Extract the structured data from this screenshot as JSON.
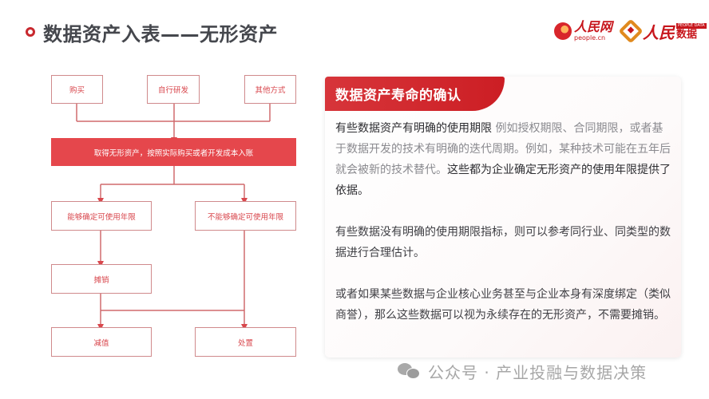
{
  "header": {
    "title": "数据资产入表——无形资产",
    "bullet_color": "#c8282e"
  },
  "logos": {
    "people_cn": {
      "name": "人民网",
      "domain": "people.cn"
    },
    "people_data": {
      "name": "人民",
      "badge": "PEOPLE DATA",
      "sub": "数据"
    }
  },
  "flowchart": {
    "sources": [
      "购买",
      "自行研发",
      "其他方式"
    ],
    "main_step": "取得无形资产，按照实际购买或者开发成本入账",
    "branches": {
      "left": "能够确定可使用年限",
      "right": "不能够确定可使用年限"
    },
    "amortize": "摊销",
    "outcomes": [
      "减值",
      "处置"
    ],
    "colors": {
      "line": "#d06a6d",
      "box_border": "#d08a8c",
      "text": "#d8464c",
      "main_fill": "#e5474c"
    }
  },
  "panel": {
    "heading": "数据资产寿命的确认",
    "paragraphs": [
      {
        "segments": [
          {
            "text": "有些数据资产有明确的使用期限 ",
            "style": "strong"
          },
          {
            "text": "例如授权期限、合同期限，或者基于数据开发的技术有明确的迭代周期。例如，某种技术可能在五年后就会被新的技术替代。",
            "style": "muted"
          },
          {
            "text": "这些都为企业确定无形资产的使用年限提供了依据。",
            "style": "strong"
          }
        ]
      },
      {
        "segments": [
          {
            "text": "有些数据没有明确的使用期限指标，则可以参考同行业、同类型的数据进行合理估计。",
            "style": "normal"
          }
        ]
      },
      {
        "segments": [
          {
            "text": "或者如果某些数据与企业核心业务甚至与企业本身有深度绑定（类似商誉），那么这些数据可以视为永续存在的无形资产，不需要摊销。",
            "style": "normal"
          }
        ]
      }
    ]
  },
  "watermark": {
    "icon": "wechat-icon",
    "text": "公众号 · 产业投融与数据决策"
  }
}
